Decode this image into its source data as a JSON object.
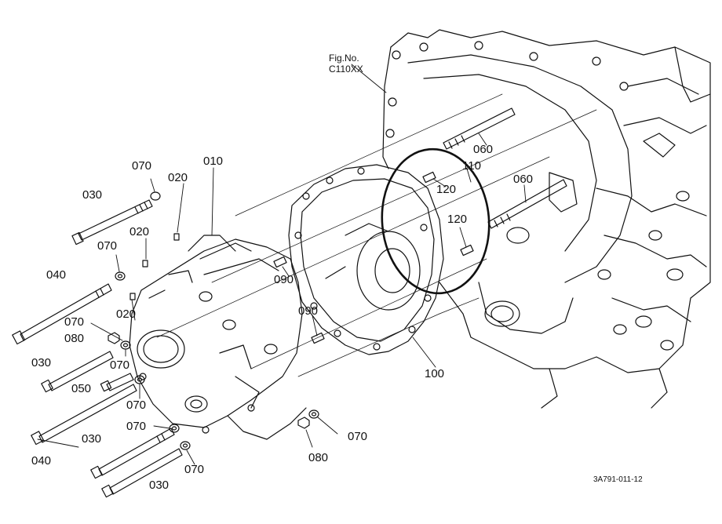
{
  "figure": {
    "fig_label": "Fig.No.",
    "fig_code": "C110XX",
    "doc_id": "3A791-011-12"
  },
  "callouts": {
    "p010": "010",
    "p020a": "020",
    "p020b": "020",
    "p020c": "020",
    "p030a": "030",
    "p030b": "030",
    "p030c": "030",
    "p030d": "030",
    "p040a": "040",
    "p040b": "040",
    "p050": "050",
    "p060a": "060",
    "p060b": "060",
    "p070a": "070",
    "p070b": "070",
    "p070c": "070",
    "p070d": "070",
    "p070e": "070",
    "p070f": "070",
    "p070g": "070",
    "p070h": "070",
    "p080a": "080",
    "p080b": "080",
    "p090a": "090",
    "p090b": "090",
    "p100": "100",
    "p110": "110",
    "p120a": "120",
    "p120b": "120"
  },
  "colors": {
    "line": "#111111",
    "background": "#ffffff"
  }
}
